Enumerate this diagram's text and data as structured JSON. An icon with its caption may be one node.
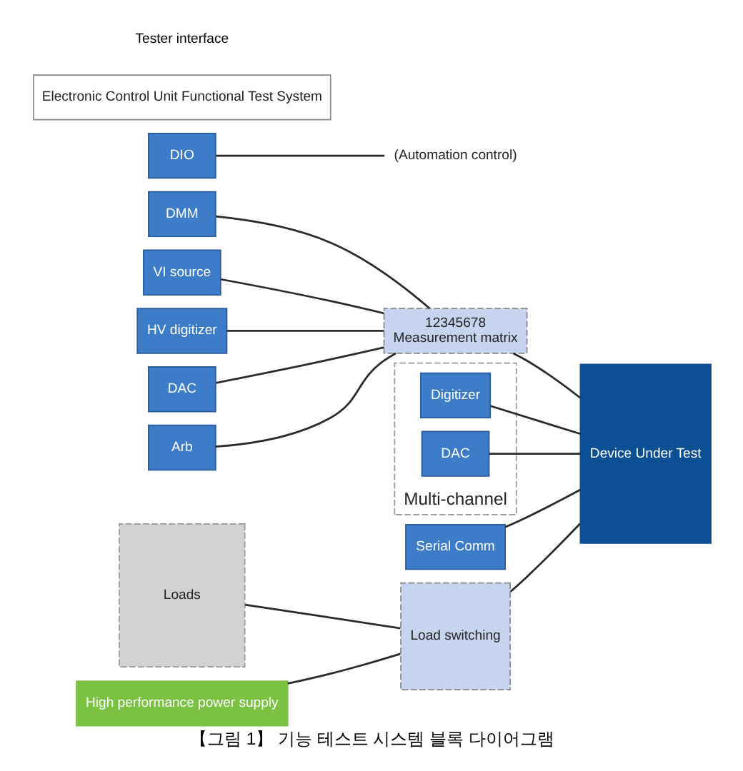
{
  "diagram": {
    "caption": "【그림 1】 기능 테스트 시스템 블록 다이어그램",
    "nodes": [
      {
        "text": [
          "DMM"
        ]
      },
      {
        "text": [
          "VI source"
        ]
      },
      {
        "text": [
          "HV digitizer"
        ]
      },
      {
        "text": [
          "DAC"
        ]
      },
      {
        "text": [
          "Arb"
        ]
      },
      {
        "text": [
          "12345678",
          "Measurement matrix"
        ]
      },
      {
        "text": [
          "Multi-channel"
        ]
      },
      {
        "text": [
          "Digitizer"
        ],
        "in": 6
      },
      {
        "text": [
          "DAC"
        ],
        "in": 6
      },
      {
        "text": [
          "Serial Comm"
        ]
      },
      {
        "text": [
          "Loads"
        ]
      },
      {
        "text": [
          "Load switching"
        ]
      },
      {
        "text": [
          "High performance power supply"
        ]
      },
      {
        "text": [
          "DIO"
        ]
      },
      {
        "text": [
          "Device Under Test"
        ]
      },
      {
        "text": [
          "Electronic Control Unit Functional Test System"
        ]
      },
      {
        "text": [
          "(Automation control)"
        ]
      }
    ],
    "edges": [
      {
        "from": 0,
        "to": 5,
        "arrow": "none"
      },
      {
        "from": 1,
        "to": 5,
        "arrow": "none"
      },
      {
        "from": 2,
        "to": 5,
        "arrow": "none"
      },
      {
        "from": 3,
        "to": 5,
        "arrow": "none"
      },
      {
        "from": 4,
        "to": 5,
        "arrow": "none"
      },
      {
        "from": 5,
        "to": 14,
        "arrow": "none"
      },
      {
        "from": 7,
        "to": 14,
        "arrow": "none"
      },
      {
        "from": 8,
        "to": 14,
        "arrow": "none"
      },
      {
        "from": 9,
        "to": 14,
        "arrow": "none"
      },
      {
        "from": 10,
        "to": 11,
        "arrow": "none"
      },
      {
        "from": 12,
        "to": 11,
        "arrow": "none"
      },
      {
        "from": 11,
        "to": 14,
        "arrow": "none"
      },
      {
        "from": 13,
        "to": 16,
        "arrow": "none"
      }
    ],
    "labels": [
      "Tester interface"
    ]
  }
}
